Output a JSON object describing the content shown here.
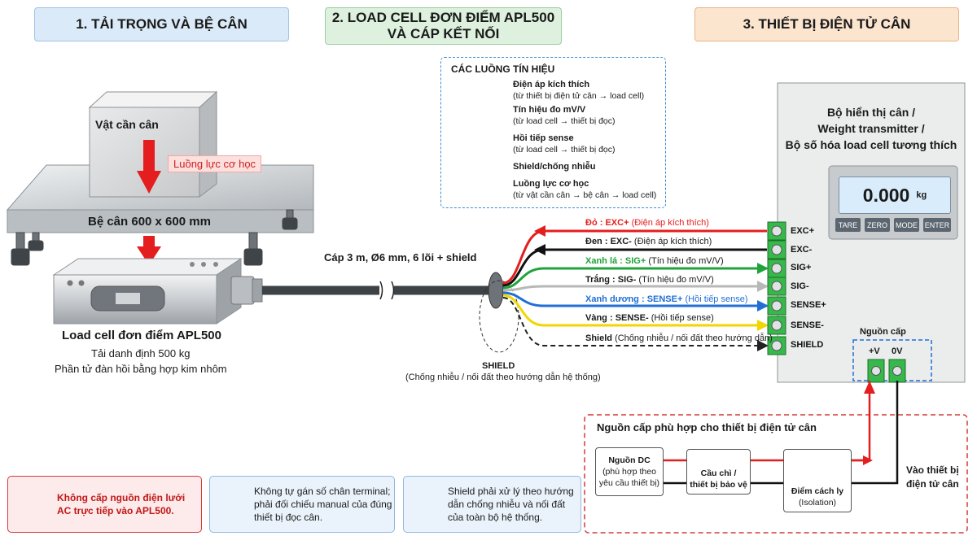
{
  "headers": {
    "h1": "1. TẢI TRỌNG VÀ BỆ CÂN",
    "h2_line1": "2. LOAD CELL ĐƠN ĐIỂM APL500",
    "h2_line2": "VÀ CÁP KẾT NỐI",
    "h3": "3. THIẾT BỊ ĐIỆN TỬ CÂN"
  },
  "scale": {
    "weight_label": "Vật cần cân",
    "force_label": "Luồng lực cơ học",
    "platform_label": "Bệ cân 600 x 600 mm",
    "loadcell_title": "Load cell đơn điểm APL500",
    "loadcell_line1": "Tải danh định 500 kg",
    "loadcell_line2": "Phần tử đàn hồi bằng hợp kim nhôm"
  },
  "cable": {
    "label": "Cáp 3 m, Ø6 mm, 6 lõi + shield",
    "shield_title": "SHIELD",
    "shield_note": "(Chống nhiễu / nối đất theo hướng dẫn hệ thống)"
  },
  "legend": {
    "title": "CÁC LUỒNG TÍN HIỆU",
    "items": [
      {
        "title": "Điện áp kích thích",
        "sub": "(từ thiết bị điện tử cân → load cell)",
        "color": "#e41e1e"
      },
      {
        "title": "Tín hiệu đo mV/V",
        "sub": "(từ load cell → thiết bị đọc)",
        "color": "#1fa33a"
      },
      {
        "title": "Hồi tiếp sense",
        "sub": "(từ load cell → thiết bị đọc)",
        "color": "#1f6fd6"
      },
      {
        "title": "Shield/chống nhiễu",
        "sub": "",
        "color": "#222222"
      },
      {
        "title": "Luồng lực cơ học",
        "sub": "(từ vật cần cân → bệ cân → load cell)",
        "color": "#e41e1e"
      }
    ]
  },
  "wires": [
    {
      "color_name": "Đỏ",
      "sig": "EXC+",
      "desc": "(Điện áp kích thích)",
      "color": "#e41e1e",
      "dir": "in"
    },
    {
      "color_name": "Đen",
      "sig": "EXC-",
      "desc": "(Điện áp kích thích)",
      "color": "#111111",
      "dir": "in"
    },
    {
      "color_name": "Xanh lá",
      "sig": "SIG+",
      "desc": "(Tín hiệu đo mV/V)",
      "color": "#1fa33a",
      "dir": "out"
    },
    {
      "color_name": "Trắng",
      "sig": "SIG-",
      "desc": "(Tín hiệu đo mV/V)",
      "color": "#b8b8b8",
      "dir": "out"
    },
    {
      "color_name": "Xanh dương",
      "sig": "SENSE+",
      "desc": "(Hồi tiếp sense)",
      "color": "#1f6fd6",
      "dir": "out"
    },
    {
      "color_name": "Vàng",
      "sig": "SENSE-",
      "desc": "(Hồi tiếp sense)",
      "color": "#f2d600",
      "dir": "out"
    },
    {
      "color_name": "Shield",
      "sig": "",
      "desc": "(Chống nhiễu / nối đất theo hướng dẫn)",
      "color": "#222222",
      "dir": "out"
    }
  ],
  "terminals": [
    "EXC+",
    "EXC-",
    "SIG+",
    "SIG-",
    "SENSE+",
    "SENSE-",
    "SHIELD"
  ],
  "device": {
    "title_line1": "Bộ hiển thị cân /",
    "title_line2": "Weight transmitter /",
    "title_line3": "Bộ số hóa load cell tương thích",
    "reading": "0.000",
    "unit": "kg",
    "buttons": [
      "TARE",
      "ZERO",
      "MODE",
      "ENTER"
    ],
    "power_label": "Nguồn cấp",
    "power_pos": "+V",
    "power_neg": "0V"
  },
  "power_supply": {
    "title": "Nguồn cấp phù hợp cho thiết bị điện tử cân",
    "dc_title": "Nguồn DC",
    "dc_sub": "(phù hợp theo yêu cầu thiết bị)",
    "fuse_line1": "Cầu chì /",
    "fuse_line2": "thiết bị bảo vệ",
    "iso_title": "Điểm cách ly",
    "iso_sub": "(Isolation)",
    "to_device": "Vào thiết bị điện tử cân"
  },
  "notes": {
    "warn": "Không cấp nguồn điện lưới AC trực tiếp vào APL500.",
    "info1": "Không tự gán số chân terminal; phải đối chiếu manual của đúng thiết bị đọc cân.",
    "info2": "Shield phải xử lý theo hướng dẫn chống nhiễu và nối đất của toàn bộ hệ thống."
  }
}
